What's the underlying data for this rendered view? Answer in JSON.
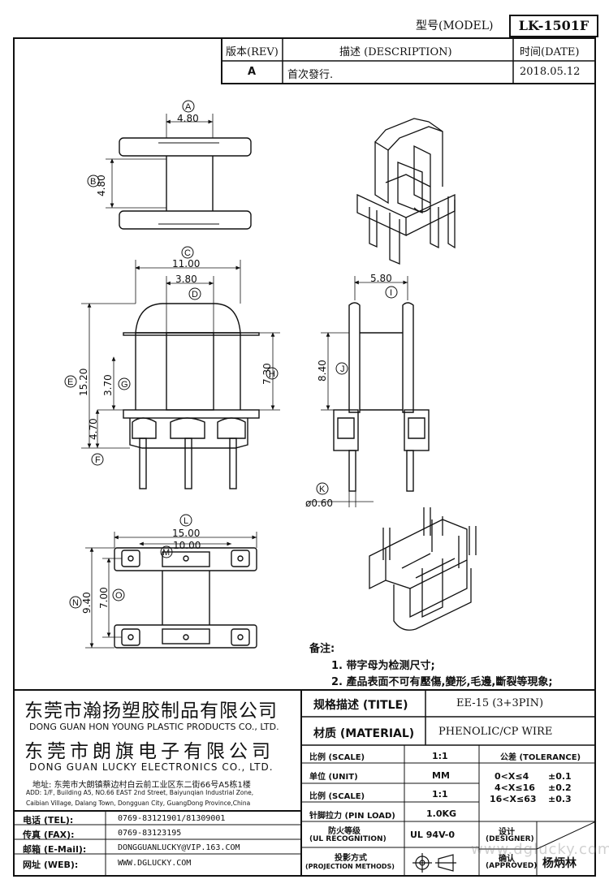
{
  "header": {
    "model_label": "型号(MODEL)",
    "model_value": "LK-1501F"
  },
  "revision_table": {
    "col_rev": "版本(REV)",
    "col_desc": "描述 (DESCRIPTION)",
    "col_date": "时间(DATE)",
    "rows": [
      {
        "rev": "A",
        "desc": "首次發行.",
        "date": "2018.05.12"
      }
    ]
  },
  "dimensions": {
    "top_view": {
      "A": "4.80",
      "B": "4.80"
    },
    "front_view": {
      "C": "11.00",
      "D": "3.80",
      "E": "15.20",
      "G": "3.70",
      "H": "7.30",
      "F": "4.70"
    },
    "side_view": {
      "I": "5.80",
      "J": "8.40",
      "K": "ø0.60"
    },
    "bottom_view": {
      "L": "15.00",
      "M": "10.00",
      "N": "9.40",
      "O": "7.00"
    }
  },
  "notes": {
    "title": "备注:",
    "items": [
      "1. 带字母为检测尺寸;",
      "2. 產品表面不可有壓傷,變形,毛邊,斷裂等現象;"
    ]
  },
  "company": {
    "name_cn_1": "东莞市瀚扬塑胶制品有限公司",
    "name_en_1": "DONG GUAN HON YOUNG PLASTIC PRODUCTS CO., LTD.",
    "name_cn_2": "东莞市朗旗电子有限公司",
    "name_en_2": "DONG GUAN LUCKY ELECTRONICS CO., LTD.",
    "address_cn": "地址: 东莞市大朗镇蔡边村白云前工业区东二街66号A5栋1楼",
    "address_en_1": "ADD: 1/F, Building A5, NO.66 EAST 2nd Street, Baiyunqian Industrial Zone,",
    "address_en_2": "Caibian Village, Dalang Town, Dongguan City, GuangDong Province,China"
  },
  "contacts": [
    {
      "label": "电话 (TEL):",
      "value": "0769-83121901/81309001"
    },
    {
      "label": "传真 (FAX):",
      "value": "0769-83123195"
    },
    {
      "label": "邮箱 (E-Mail):",
      "value": "DONGGUANLUCKY@VIP.163.COM"
    },
    {
      "label": "网址 (WEB):",
      "value": "WWW.DGLUCKY.COM"
    }
  ],
  "spec": {
    "title_label": "规格描述 (TITLE)",
    "title_value": "EE-15 (3+3PIN)",
    "material_label": "材质 (MATERIAL)",
    "material_value": "PHENOLIC/CP WIRE",
    "scale_label_1": "比例 (SCALE)",
    "scale_value_1": "1:1",
    "unit_label": "单位 (UNIT)",
    "unit_value": "MM",
    "scale_label_2": "比例 (SCALE)",
    "scale_value_2": "1:1",
    "pin_load_label": "针脚拉力 (PIN LOAD)",
    "pin_load_value": "1.0KG",
    "ul_label_1": "防火等级",
    "ul_label_2": "(UL RECOGNITION)",
    "ul_value": "UL 94V-0",
    "proj_label_1": "投影方式",
    "proj_label_2": "(PROJECTION METHODS)",
    "tolerance_label": "公差 (TOLERANCE)",
    "tolerances": [
      {
        "range": "0<X≤4",
        "value": "±0.1"
      },
      {
        "range": "4<X≤16",
        "value": "±0.2"
      },
      {
        "range": "16<X≤63",
        "value": "±0.3"
      }
    ],
    "designer_label_1": "设计",
    "designer_label_2": "(DESIGNER)",
    "approved_label_1": "确认",
    "approved_label_2": "(APPROVED)",
    "approver": "杨炳林",
    "watermark": "www.dglucky.com"
  },
  "icons": {
    "projection": "first-angle-projection-icon"
  }
}
